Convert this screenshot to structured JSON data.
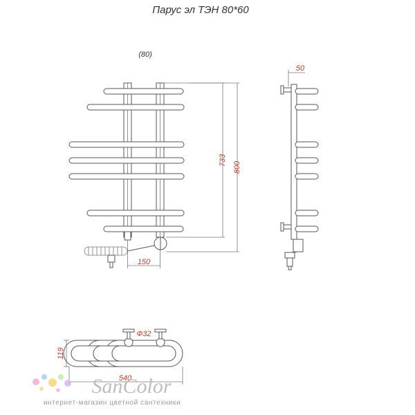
{
  "title": "Парус эл ТЭН 80*60",
  "dimensions": {
    "top_spacing": "(80)",
    "height_inner": "733",
    "height_total": "800",
    "side_depth": "50",
    "connection_width": "150",
    "pipe_diameter": "Ф32",
    "plan_depth": "119",
    "plan_width": "540"
  },
  "brand": {
    "name": "SanColor",
    "tagline": "интернет-магазин цветной сантехники",
    "colors": [
      "#f6a6c7",
      "#a9c7f2",
      "#f7d36e",
      "#b9e6a8",
      "#d6b4ee"
    ]
  }
}
